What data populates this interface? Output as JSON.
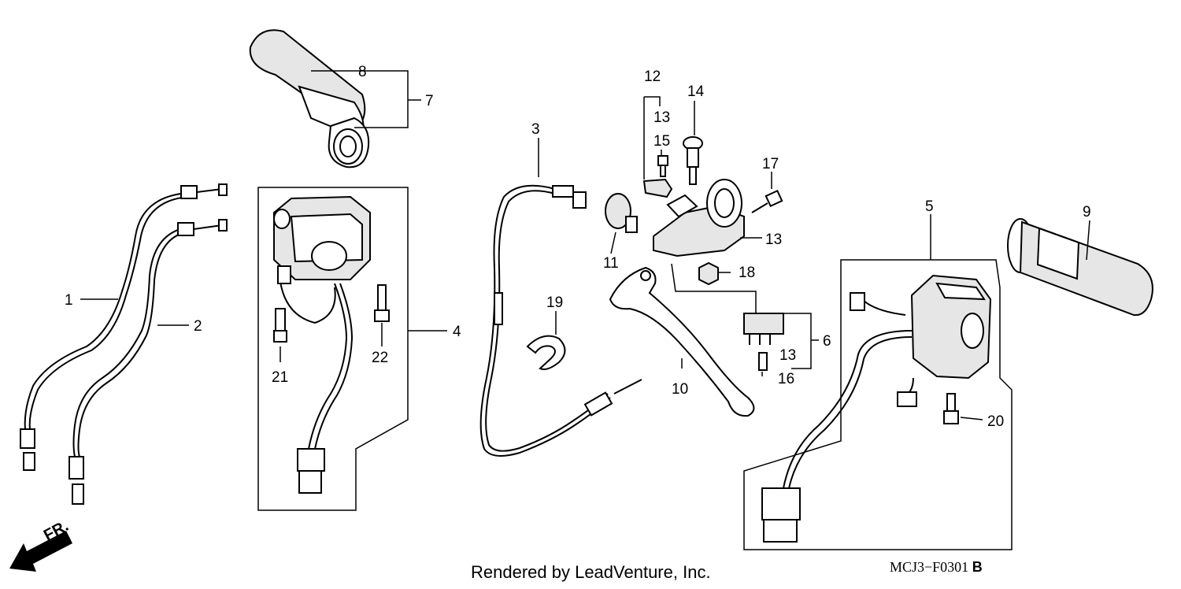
{
  "callouts": [
    "1",
    "2",
    "3",
    "4",
    "5",
    "6",
    "7",
    "8",
    "9",
    "10",
    "11",
    "12",
    "13",
    "13",
    "13",
    "13",
    "14",
    "15",
    "16",
    "17",
    "18",
    "19",
    "20",
    "21",
    "22"
  ],
  "credit": "Rendered by LeadVenture, Inc.",
  "diagram_code": "MCJ3−F0301",
  "diagram_rev": "B",
  "direction_label": "FR."
}
